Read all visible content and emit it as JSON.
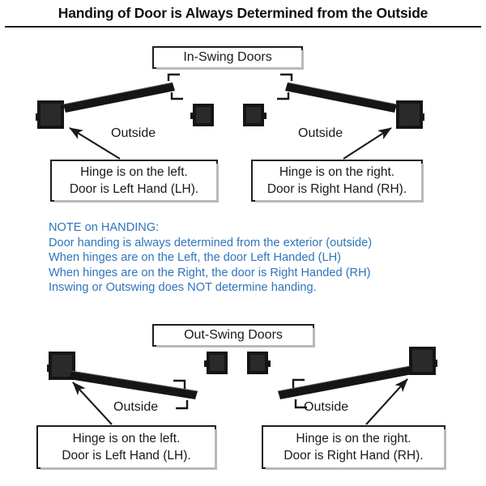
{
  "page": {
    "title": "Handing of Door is Always Determined from the Outside",
    "background_color": "#ffffff",
    "ink_color": "#1a1a1a",
    "note_color": "#2f74bb"
  },
  "sections": [
    {
      "id": "in-swing",
      "label": "In-Swing Doors"
    },
    {
      "id": "out-swing",
      "label": "Out-Swing Doors"
    }
  ],
  "diagrams": [
    {
      "id": "in-swing-left",
      "section": "in-swing",
      "swing": "in",
      "hinge_side": "left",
      "floor_label": "Outside",
      "callout": {
        "line1": "Hinge is on the left.",
        "line2": "Door is Left Hand (LH)."
      }
    },
    {
      "id": "in-swing-right",
      "section": "in-swing",
      "swing": "in",
      "hinge_side": "right",
      "floor_label": "Outside",
      "callout": {
        "line1": "Hinge is on the right.",
        "line2": "Door is Right Hand (RH)."
      }
    },
    {
      "id": "out-swing-left",
      "section": "out-swing",
      "swing": "out",
      "hinge_side": "left",
      "floor_label": "Outside",
      "callout": {
        "line1": "Hinge is on the left.",
        "line2": "Door is Left Hand (LH)."
      }
    },
    {
      "id": "out-swing-right",
      "section": "out-swing",
      "swing": "out",
      "hinge_side": "right",
      "floor_label": "Outside",
      "callout": {
        "line1": "Hinge is on the right.",
        "line2": "Door is Right Hand (RH)."
      }
    }
  ],
  "note": {
    "heading": "NOTE on HANDING:",
    "lines": [
      "Door handing is always determined from the exterior (outside)",
      "When hinges are on the Left, the door Left Handed (LH)",
      "When hinges are on the Right, the door is Right Handed (RH)",
      "Inswing or Outswing does NOT determine handing."
    ]
  }
}
